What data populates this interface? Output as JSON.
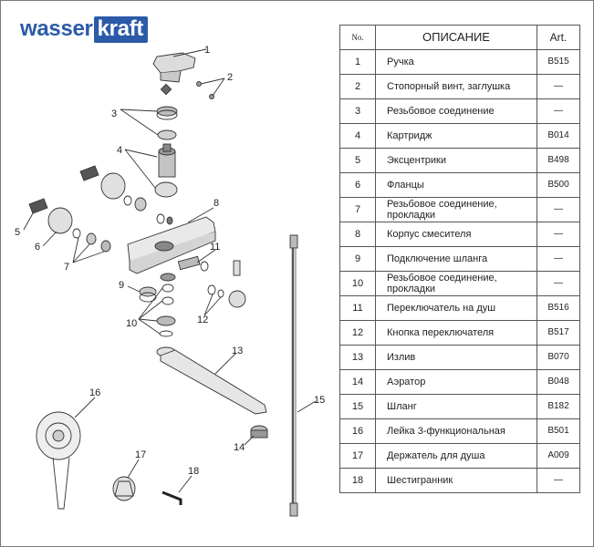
{
  "brand": {
    "part1": "wasser",
    "part2": "kraft"
  },
  "table": {
    "headers": {
      "no": "No.",
      "desc": "ОПИСАНИЕ",
      "art": "Art."
    },
    "rows": [
      {
        "no": "1",
        "desc": "Ручка",
        "art": "B515"
      },
      {
        "no": "2",
        "desc": "Стопорный винт, заглушка",
        "art": "—"
      },
      {
        "no": "3",
        "desc": "Резьбовое соединение",
        "art": "—"
      },
      {
        "no": "4",
        "desc": "Картридж",
        "art": "B014"
      },
      {
        "no": "5",
        "desc": "Эксцентрики",
        "art": "B498"
      },
      {
        "no": "6",
        "desc": "Фланцы",
        "art": "B500"
      },
      {
        "no": "7",
        "desc": "Резьбовое соединение, прокладки",
        "art": "—"
      },
      {
        "no": "8",
        "desc": "Корпус смесителя",
        "art": "—"
      },
      {
        "no": "9",
        "desc": "Подключение шланга",
        "art": "—"
      },
      {
        "no": "10",
        "desc": "Резьбовое соединение, прокладки",
        "art": "—"
      },
      {
        "no": "11",
        "desc": "Переключатель на душ",
        "art": "B516"
      },
      {
        "no": "12",
        "desc": "Кнопка переключателя",
        "art": "B517"
      },
      {
        "no": "13",
        "desc": "Излив",
        "art": "B070"
      },
      {
        "no": "14",
        "desc": "Аэратор",
        "art": "B048"
      },
      {
        "no": "15",
        "desc": "Шланг",
        "art": "B182"
      },
      {
        "no": "16",
        "desc": "Лейка 3-функциональная",
        "art": "B501"
      },
      {
        "no": "17",
        "desc": "Держатель для душа",
        "art": "A009"
      },
      {
        "no": "18",
        "desc": "Шестигранник",
        "art": "—"
      }
    ]
  },
  "callouts": [
    "1",
    "2",
    "3",
    "4",
    "5",
    "6",
    "7",
    "8",
    "9",
    "10",
    "11",
    "12",
    "13",
    "14",
    "15",
    "16",
    "17",
    "18"
  ]
}
